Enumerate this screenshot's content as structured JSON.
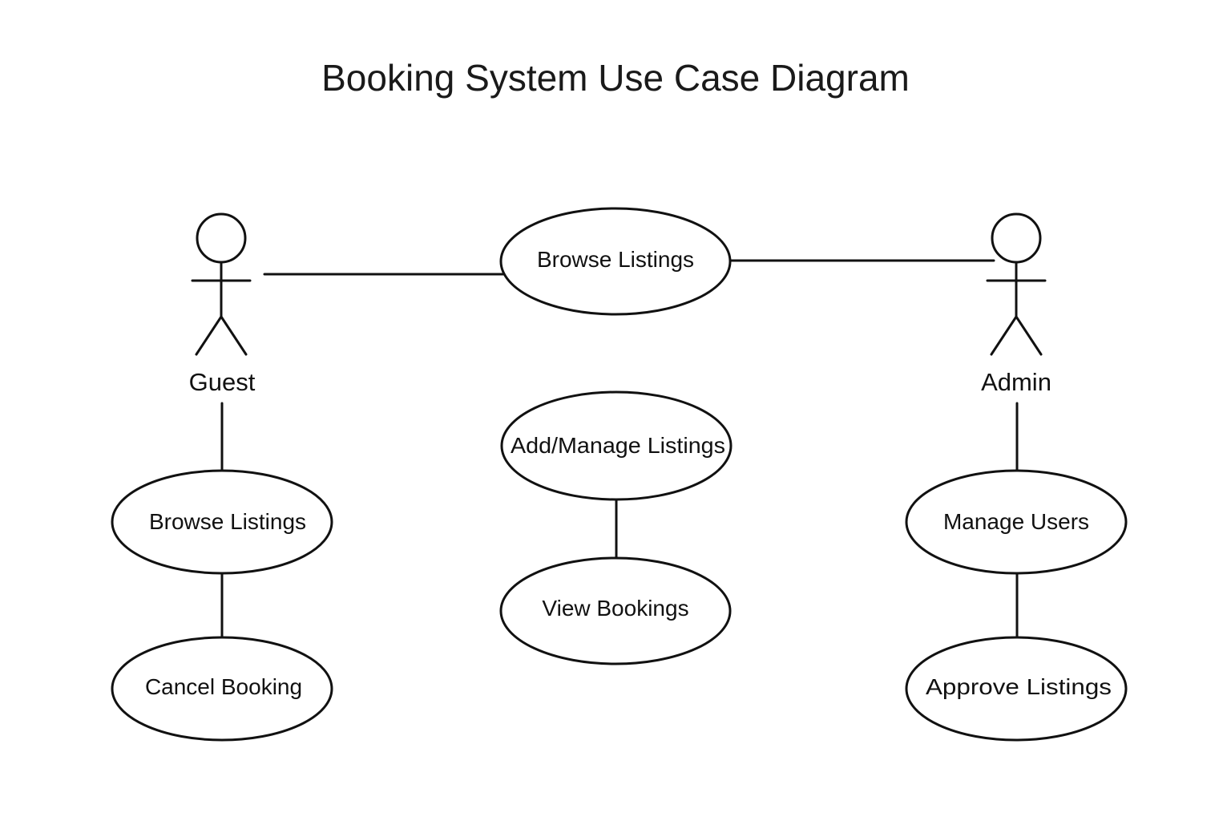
{
  "diagram": {
    "title": "Booking System Use Case Diagram",
    "actors": {
      "guest": {
        "label": "Guest"
      },
      "admin": {
        "label": "Admin"
      }
    },
    "use_cases": {
      "top_browse": {
        "label": "Browse Listings"
      },
      "add_manage": {
        "label": "Add/Manage Listings"
      },
      "view_bookings": {
        "label": "View Bookings"
      },
      "guest_browse": {
        "label": "Browse Listings"
      },
      "cancel_booking": {
        "label": "Cancel Booking"
      },
      "manage_users": {
        "label": "Manage Users"
      },
      "approve_listings": {
        "label": "Approve Listings"
      }
    }
  }
}
